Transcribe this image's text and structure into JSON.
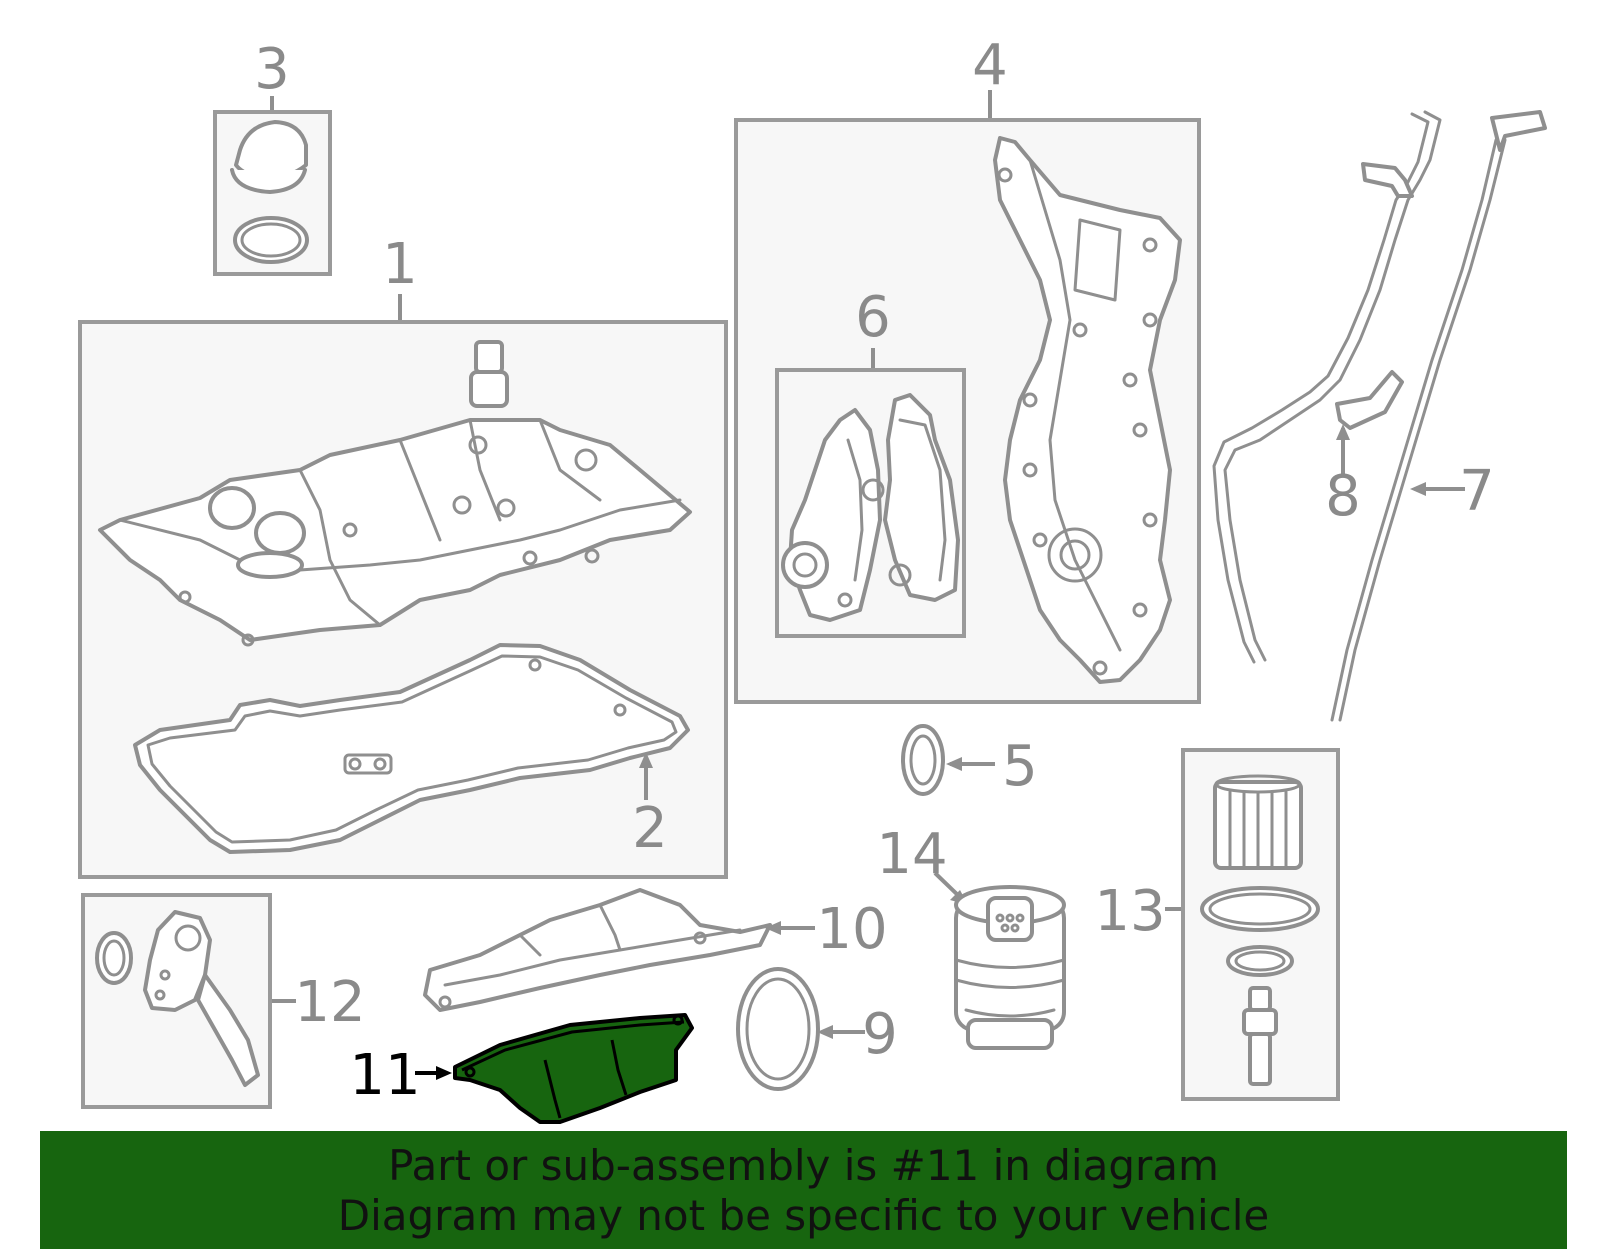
{
  "diagram": {
    "highlighted_part": "11",
    "callouts": {
      "c1": "1",
      "c2": "2",
      "c3": "3",
      "c4": "4",
      "c5": "5",
      "c6": "6",
      "c7": "7",
      "c8": "8",
      "c9": "9",
      "c10": "10",
      "c11": "11",
      "c12": "12",
      "c13": "13",
      "c14": "14"
    },
    "colors": {
      "line": "#8f8f8f",
      "box_fill": "#f7f7f7",
      "highlight_fill": "#17650f",
      "banner_bg": "#17650f"
    }
  },
  "banner": {
    "line1": "Part or sub-assembly is #11 in diagram",
    "line2": "Diagram may not be specific to your vehicle"
  }
}
